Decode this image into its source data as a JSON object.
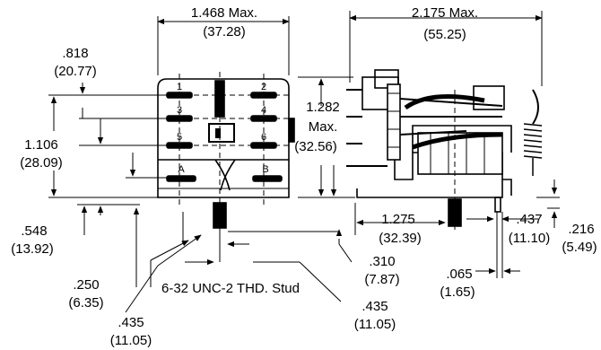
{
  "dimensions": {
    "front_width": {
      "inch": "1.468 Max.",
      "mm": "(37.28)"
    },
    "side_width": {
      "inch": "2.175 Max.",
      "mm": "(55.25)"
    },
    "top_offset": {
      "inch": ".818",
      "mm": "(20.77)"
    },
    "pin_height": {
      "inch": "1.106",
      "mm": "(28.09)"
    },
    "body_height": {
      "inch": "1.282",
      "line2": "Max.",
      "mm": "(32.56)"
    },
    "base_offset": {
      "inch": ".548",
      "mm": "(13.92)"
    },
    "stud_offset": {
      "inch": ".250",
      "mm": "(6.35)"
    },
    "stud_center_left": {
      "inch": ".435",
      "mm": "(11.05)"
    },
    "stud_center_right": {
      "inch": ".435",
      "mm": "(11.05)"
    },
    "stud_gap": {
      "inch": ".310",
      "mm": "(7.87)"
    },
    "stud_to_end": {
      "inch": "1.275",
      "mm": "(32.39)"
    },
    "bracket_width": {
      "inch": ".437",
      "mm": "(11.10)"
    },
    "bracket_height": {
      "inch": ".216",
      "mm": "(5.49)"
    },
    "bracket_thickness": {
      "inch": ".065",
      "mm": "(1.65)"
    }
  },
  "stud_label": "6-32 UNC-2 THD. Stud",
  "pin_labels": [
    "1",
    "2",
    "3",
    "4",
    "5",
    "6",
    "A",
    "B"
  ]
}
